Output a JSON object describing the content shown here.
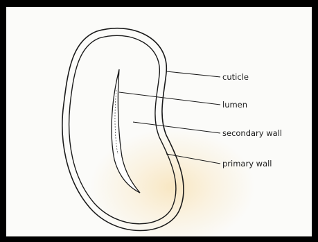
{
  "labels": {
    "cuticle": "cuticle",
    "lumen": "lumen",
    "secondary_wall": "secondary wall",
    "primary_wall": "primary wall"
  },
  "colors": {
    "ink": "#1a1a1a",
    "paper": "#fbfbf9",
    "border": "#000000"
  }
}
